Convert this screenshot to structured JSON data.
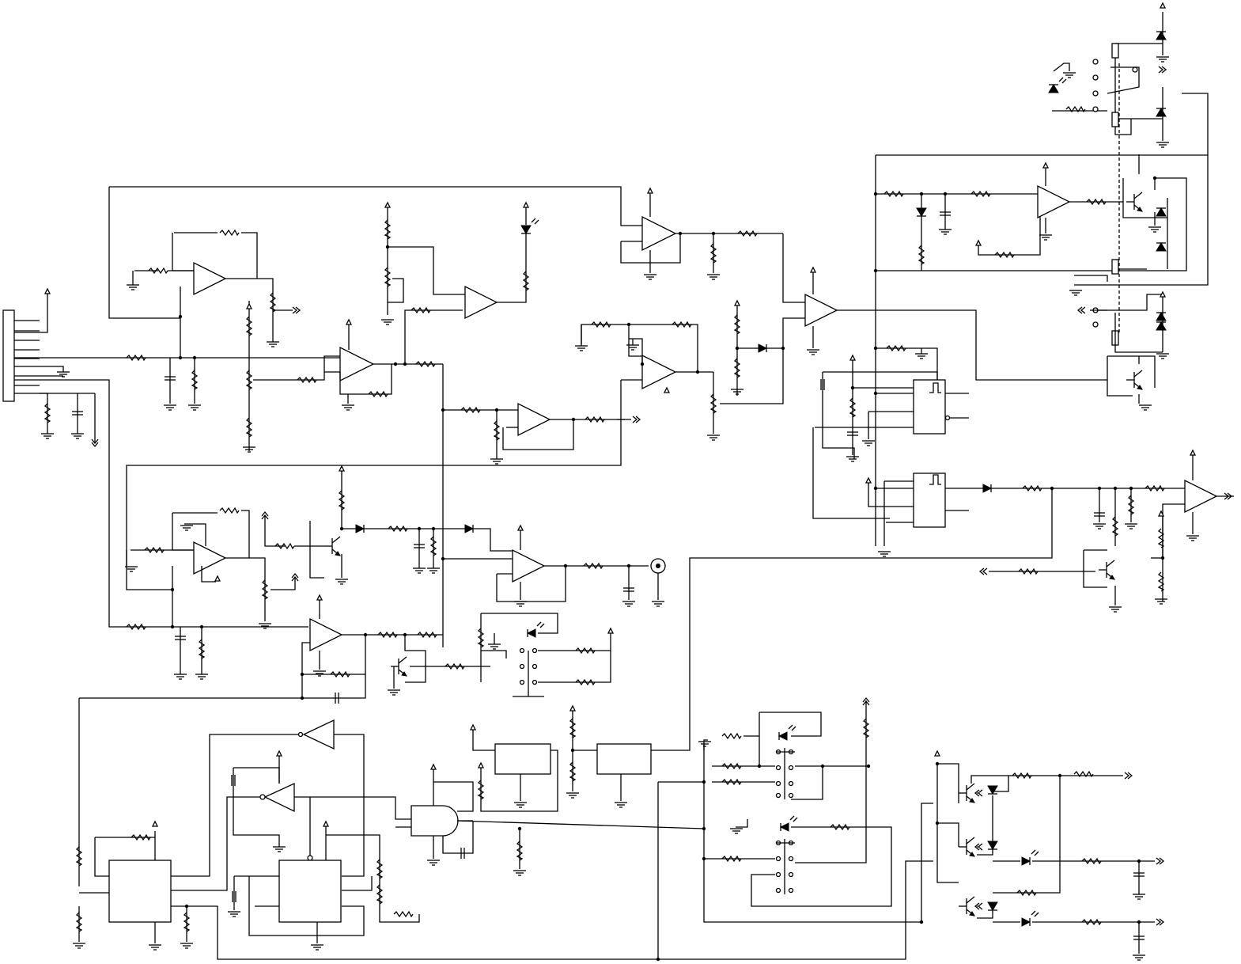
{
  "diagram": {
    "kind": "electronic schematic",
    "line_color": "#000000",
    "background": "#ffffff",
    "labels": []
  },
  "components": {
    "op_amps": [
      "left-gain-amp",
      "input-buffer-amp",
      "led-driver-amp",
      "rectifier-amp",
      "loop-amp",
      "upper-sum-amp",
      "integrator-amp",
      "comparator-amp",
      "output-buffer-amp",
      "lower-gain-amp",
      "lower-sum-amp",
      "right-drive-amp",
      "right-output-amp"
    ],
    "connector": "edge-connector",
    "icons": [
      "resistor-icon",
      "capacitor-icon",
      "ground-icon",
      "diode-icon",
      "led-icon",
      "transistor-icon",
      "potentiometer-icon",
      "relay-icon",
      "optocoupler-icon",
      "and-gate-icon",
      "inverter-icon",
      "flip-flop-icon",
      "bnc-connector-icon",
      "inductor-icon",
      "output-arrow-icon"
    ]
  }
}
